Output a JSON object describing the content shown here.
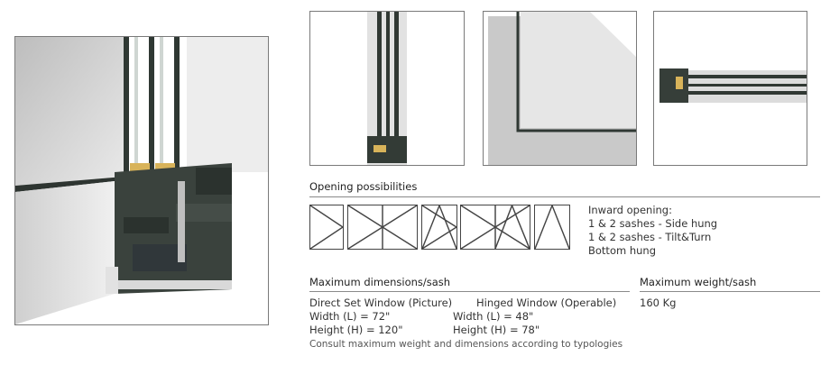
{
  "opening": {
    "heading": "Opening possibilities",
    "inward_title": "Inward opening:",
    "lines": [
      "1 & 2 sashes - Side hung",
      "1 & 2 sashes - Tilt&Turn",
      "Bottom hung"
    ]
  },
  "dimensions": {
    "heading": "Maximum dimensions/sash",
    "direct": {
      "title": "Direct Set Window (Picture)",
      "width": "Width (L) = 72\"",
      "height": "Height (H) = 120\""
    },
    "hinged": {
      "title": "Hinged Window (Operable)",
      "width": "Width (L) = 48\"",
      "height": "Height (H) = 78\""
    },
    "note": "Consult maximum weight and dimensions according to typologies"
  },
  "weight": {
    "heading": "Maximum weight/sash",
    "value": "160 Kg"
  },
  "colors": {
    "frame_dark": "#3f4a44",
    "aluminium_light": "#d4d4d4",
    "border": "#7a7a7a",
    "gasket": "#d8b35a"
  }
}
